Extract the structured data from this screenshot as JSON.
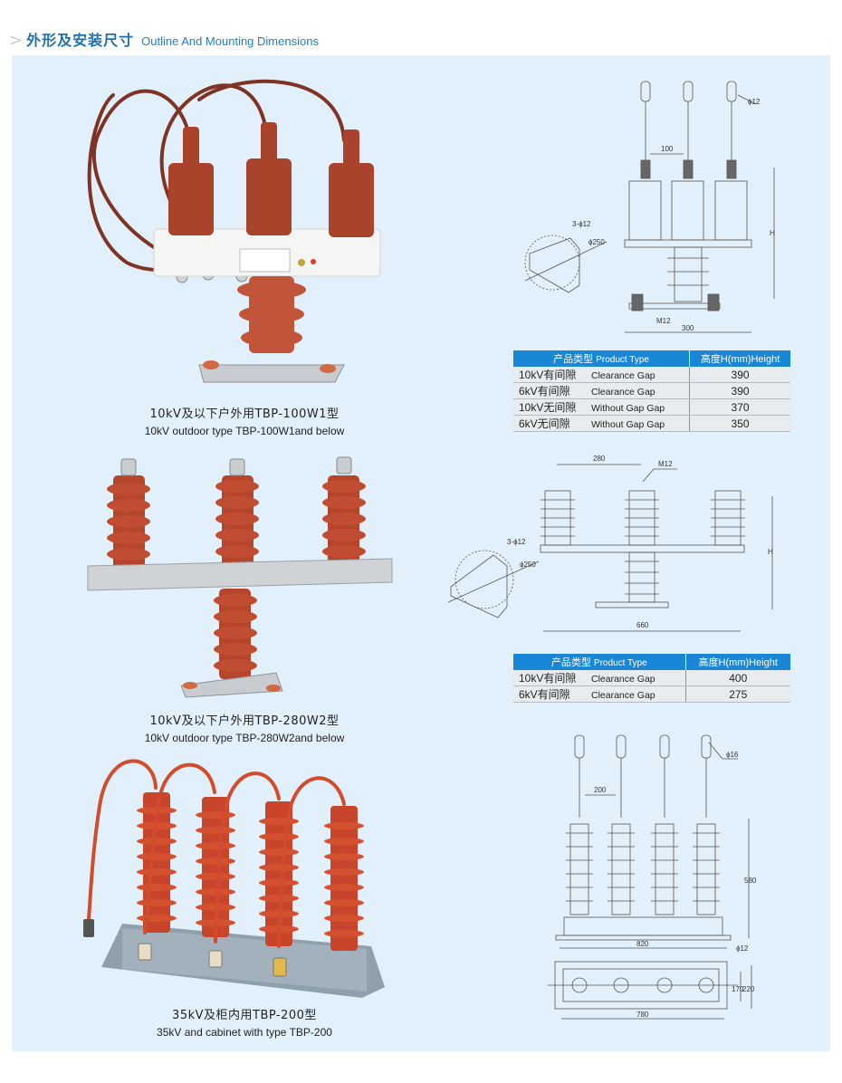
{
  "header": {
    "chevron": ">",
    "title_cn": "外形及安装尺寸",
    "title_en": "Outline And Mounting Dimensions"
  },
  "colors": {
    "panel_bg": "#e2f0fb",
    "title_blue": "#1f6fb0",
    "table_header": "#1a86d6",
    "table_row": "#e9ecef",
    "arrester_red": "#b5452b",
    "cable_brown": "#8a3a2a"
  },
  "products": [
    {
      "caption_cn": "10kV及以下户外用TBP-100W1型",
      "caption_en": "10kV outdoor type TBP-100W1and below",
      "drawing": {
        "dims": [
          "100",
          "ϕ12",
          "3-ϕ12",
          "ϕ250",
          "H",
          "M12",
          "300"
        ]
      },
      "table": {
        "header_type_cn": "产品类型",
        "header_type_en": "Product Type",
        "header_height": "高度H(mm)Height",
        "rows": [
          {
            "type_cn": "10kV有间隙",
            "type_en": "Clearance Gap",
            "height": "390"
          },
          {
            "type_cn": "6kV有间隙",
            "type_en": "Clearance Gap",
            "height": "390"
          },
          {
            "type_cn": "10kV无间隙",
            "type_en": "Without Gap Gap",
            "height": "370"
          },
          {
            "type_cn": "6kV无间隙",
            "type_en": "Without Gap Gap",
            "height": "350"
          }
        ]
      }
    },
    {
      "caption_cn": "10kV及以下户外用TBP-280W2型",
      "caption_en": "10kV outdoor type TBP-280W2and below",
      "drawing": {
        "dims": [
          "280",
          "M12",
          "3-ϕ12",
          "ϕ250",
          "H",
          "660"
        ]
      },
      "table": {
        "header_type_cn": "产品类型",
        "header_type_en": "Product Type",
        "header_height": "高度H(mm)Height",
        "rows": [
          {
            "type_cn": "10kV有间隙",
            "type_en": "Clearance Gap",
            "height": "400"
          },
          {
            "type_cn": "6kV有间隙",
            "type_en": "Clearance Gap",
            "height": "275"
          }
        ]
      }
    },
    {
      "caption_cn": "35kV及柜内用TBP-200型",
      "caption_en": "35kV and cabinet with type TBP-200",
      "drawing": {
        "dims": [
          "200",
          "ϕ16",
          "580",
          "820",
          "ϕ12",
          "170",
          "220",
          "780"
        ]
      }
    }
  ]
}
